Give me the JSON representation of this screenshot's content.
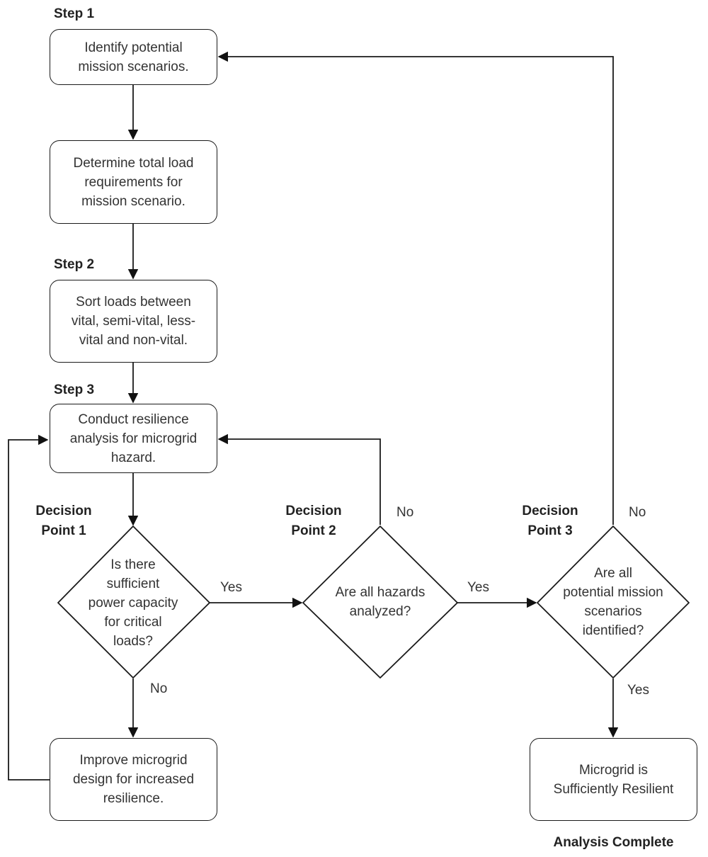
{
  "steps": {
    "step1": "Step 1",
    "step2": "Step 2",
    "step3": "Step 3"
  },
  "boxes": {
    "identify": "Identify potential\nmission scenarios.",
    "determine": "Determine total load\nrequirements for\nmission scenario.",
    "sort": "Sort loads between\nvital, semi-vital, less-\nvital and non-vital.",
    "conduct": "Conduct resilience\nanalysis for microgrid\nhazard.",
    "improve": "Improve microgrid\ndesign for increased\nresilience.",
    "resilient": "Microgrid is\nSufficiently Resilient"
  },
  "decisions": {
    "dp1_label": "Decision\nPoint 1",
    "dp1_question": "Is there\nsufficient\npower capacity\nfor critical\nloads?",
    "dp2_label": "Decision\nPoint 2",
    "dp2_question": "Are all hazards\nanalyzed?",
    "dp3_label": "Decision\nPoint 3",
    "dp3_question": "Are all\npotential mission\nscenarios\nidentified?"
  },
  "edge_labels": {
    "dp1_yes": "Yes",
    "dp1_no": "No",
    "dp2_yes": "Yes",
    "dp2_no": "No",
    "dp3_yes": "Yes",
    "dp3_no": "No"
  },
  "final_label": "Analysis Complete"
}
